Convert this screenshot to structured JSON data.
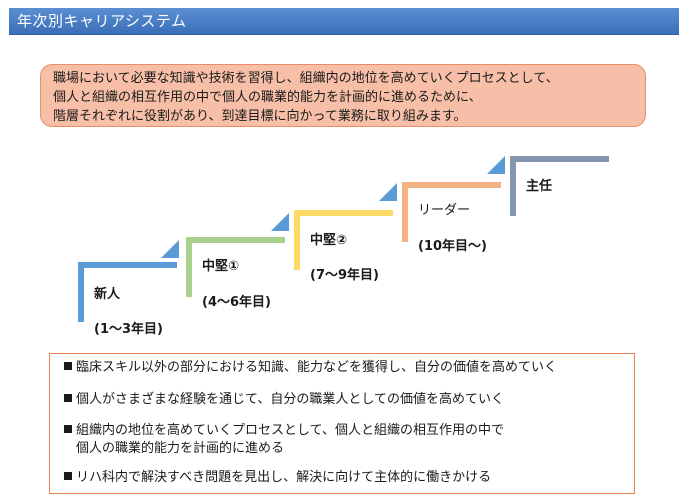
{
  "header": {
    "title": "年次別キャリアシステム"
  },
  "intro": {
    "lines": [
      "職場において必要な知識や技術を習得し、組織内の地位を高めていくプロセスとして、",
      "個人と組織の相互作用の中で個人の職業的能力を計画的に進めるために、",
      "階層それぞれに役割があり、到達目標に向かって業務に取り組みます。"
    ]
  },
  "steps": [
    {
      "name": "新人",
      "years": "(1～3年目)",
      "color": "#5b9bd5"
    },
    {
      "name": "中堅①",
      "years": "(4～6年目)",
      "color": "#a9d18e"
    },
    {
      "name": "中堅②",
      "years": "(7～9年目)",
      "color": "#ffd966"
    },
    {
      "name": "リーダー",
      "years": "(10年目～)",
      "color": "#f4b183"
    },
    {
      "name": "主任",
      "years": "",
      "color": "#8497b0"
    }
  ],
  "points": [
    {
      "line1": "臨床スキル以外の部分における知識、能力などを獲得し、自分の価値を高めていく",
      "line2": ""
    },
    {
      "line1": "個人がさまざまな経験を通じて、自分の職業人としての価値を高めていく",
      "line2": ""
    },
    {
      "line1": "組織内の地位を高めていくプロセスとして、個人と組織の相互作用の中で",
      "line2": "個人の職業的能力を計画的に進める"
    },
    {
      "line1": "リハ科内で解決すべき問題を見出し、解決に向けて主体的に働きかける",
      "line2": ""
    }
  ]
}
